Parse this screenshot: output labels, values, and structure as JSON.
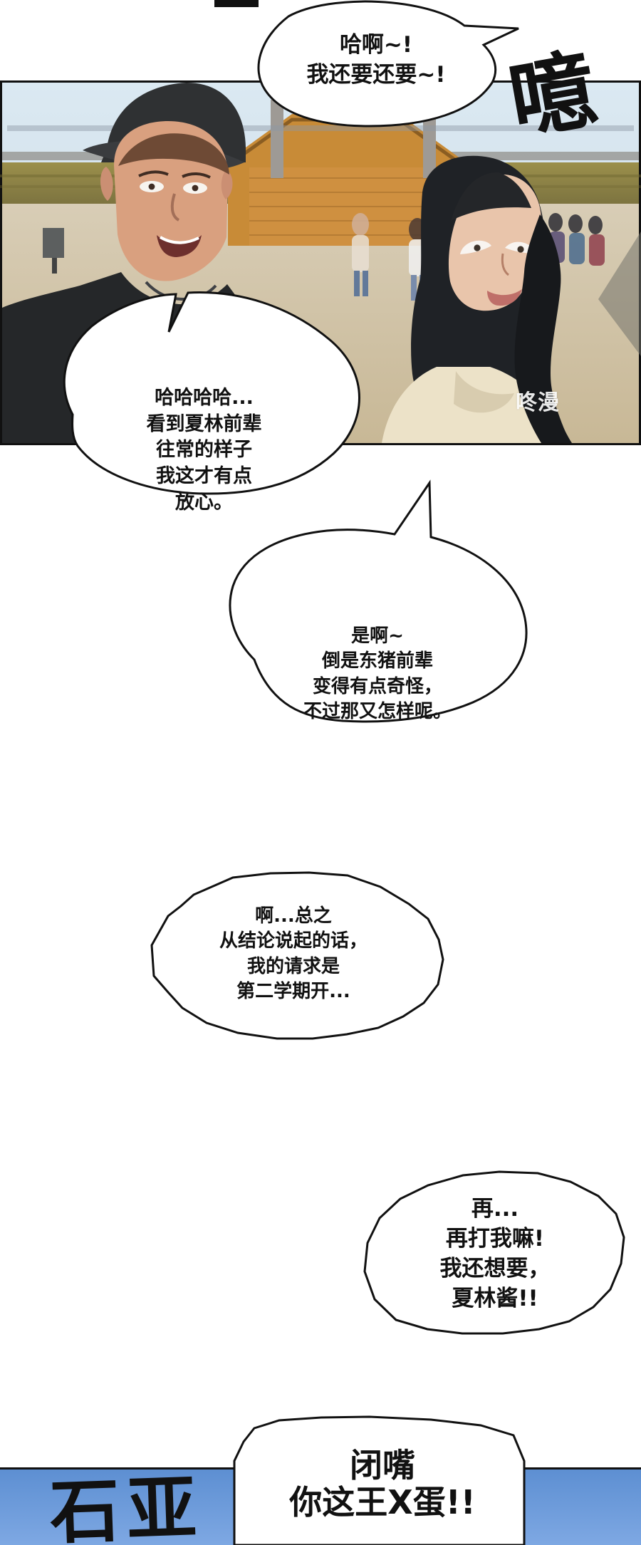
{
  "speech_bubbles": [
    {
      "id": "b1",
      "text": "哈啊~!\n我还要还要~!"
    },
    {
      "id": "b2",
      "text": "哈哈哈哈...\n看到夏林前辈\n往常的样子\n我这才有点\n放心。"
    },
    {
      "id": "b3",
      "text": "是啊~\n倒是东猪前辈\n变得有点奇怪，\n不过那又怎样呢。"
    },
    {
      "id": "b4",
      "text": "啊...总之\n从结论说起的话，\n我的请求是\n第二学期开..."
    },
    {
      "id": "b5",
      "text": "再...\n再打我嘛!\n我还想要，\n夏林酱!!"
    },
    {
      "id": "b6",
      "text": "闭嘴\n你这王X蛋!!"
    }
  ],
  "sfx": {
    "top": "噫",
    "bottom": "石亚"
  },
  "watermark": "咚漫"
}
